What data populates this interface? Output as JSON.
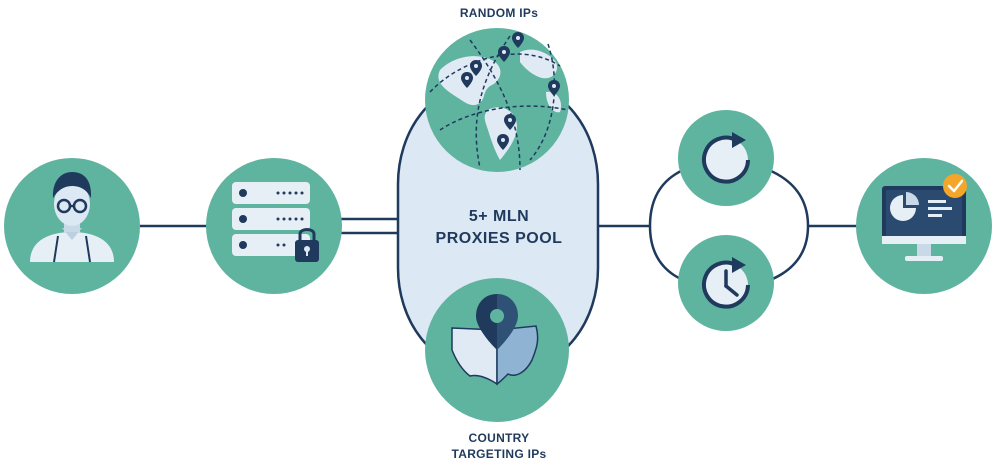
{
  "diagram": {
    "top_label": "RANDOM IPs",
    "pool_label": {
      "line1": "5+ MLN",
      "line2": "PROXIES POOL"
    },
    "bottom_label": {
      "line1": "COUNTRY",
      "line2": "TARGETING IPs"
    }
  },
  "colors": {
    "node_fill": "#5fb4a0",
    "dark_navy": "#1f3a5c",
    "pool_fill": "#dce8f3",
    "globe_land": "#dfeaf5",
    "check_badge": "#f4a62a"
  },
  "icons": [
    "user-avatar-icon",
    "server-lock-icon",
    "globe-pins-icon",
    "map-pin-country-icon",
    "refresh-icon",
    "clock-icon",
    "monitor-chart-icon",
    "check-badge-icon"
  ]
}
